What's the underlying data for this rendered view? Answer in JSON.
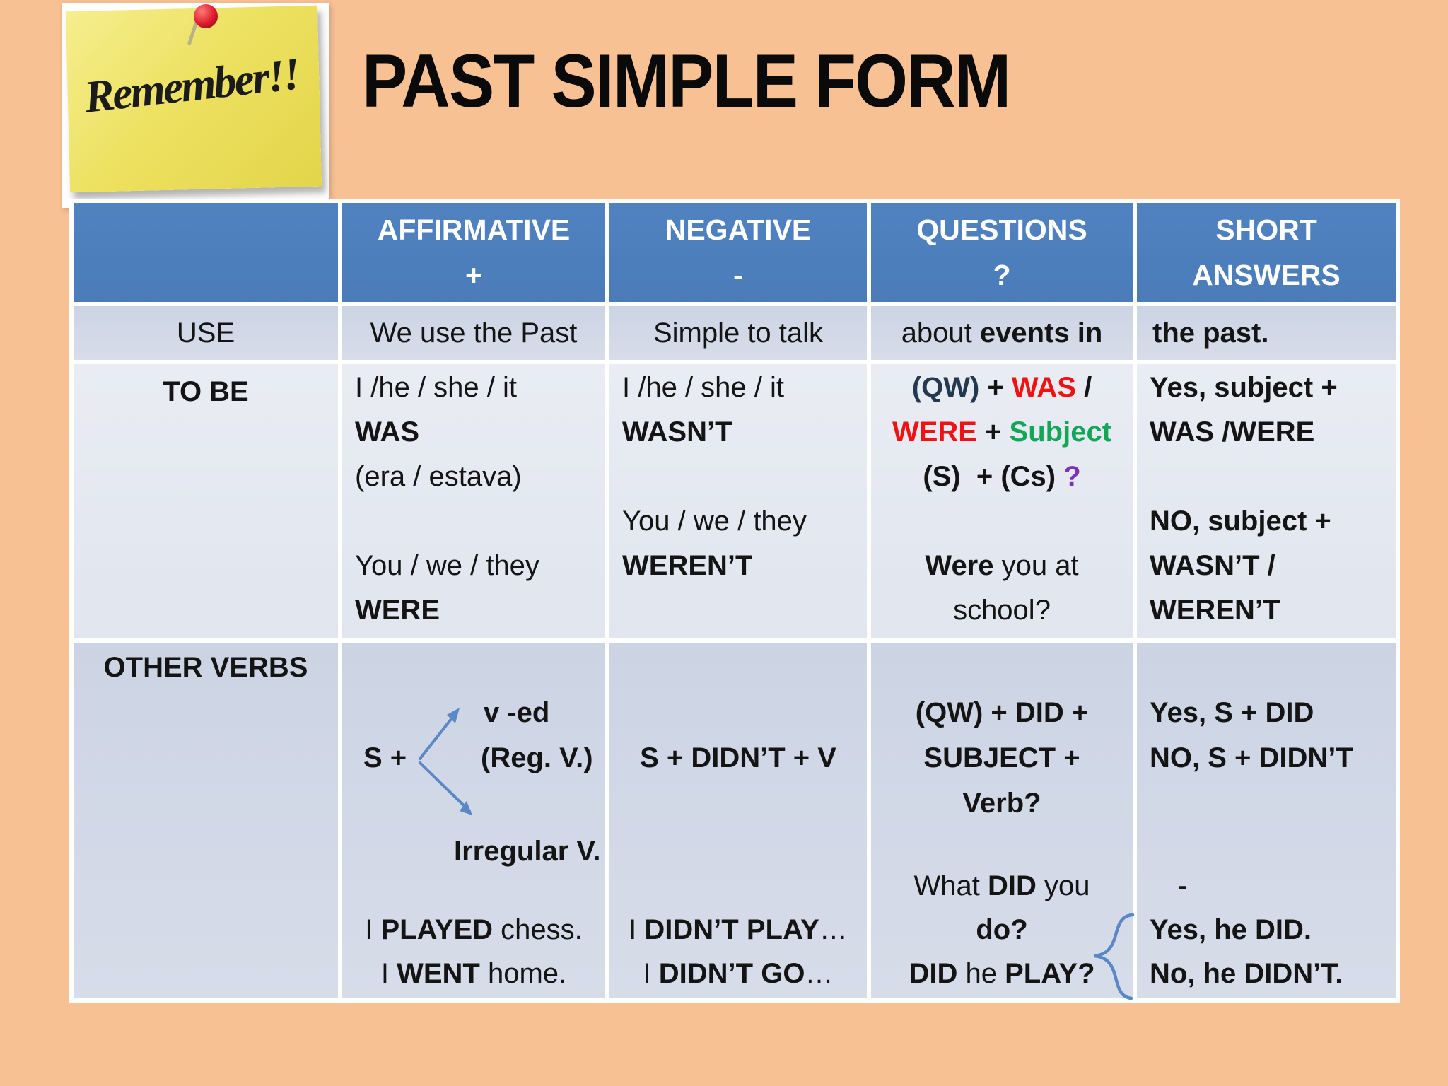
{
  "slide": {
    "title": "PAST SIMPLE FORM",
    "note_text": "Remember!!",
    "colors": {
      "background_peach": "#f8c194",
      "header_blue": "#4f81bd",
      "band_dark": "#ccd4e4",
      "band_light": "#e9ecf3",
      "accent_red": "#ee1212",
      "accent_green": "#12a656",
      "accent_navy": "#233950",
      "accent_purple": "#7a35b2",
      "arrow_blue": "#5b87c5",
      "note_yellow": "#ece05e",
      "pin_red": "#dc1a2c"
    }
  },
  "table": {
    "header": {
      "affirmative": "AFFIRMATIVE",
      "affirmative_sign": "+",
      "negative": "NEGATIVE",
      "negative_sign": "-",
      "questions": "QUESTIONS",
      "questions_sign": "?",
      "short_line1": "SHORT",
      "short_line2": "ANSWERS"
    },
    "use_row": {
      "label": "USE",
      "part1": "We use the Past",
      "part2": "Simple to talk",
      "part3a": "about ",
      "part3b": "events in",
      "part4": "the past."
    },
    "tobe": {
      "label": "TO BE",
      "aff": {
        "l1": "I /he / she / it",
        "l2": "WAS",
        "l3": "(era / estava)",
        "l4": "You / we / they",
        "l5": "WERE"
      },
      "neg": {
        "l1": "I /he / she / it",
        "l2": "WASN’T",
        "l3": "You / we / they",
        "l4": "WEREN’T"
      },
      "q": {
        "qw": "(QW)",
        "plus1": " + ",
        "was": "WAS",
        "slash1": " /",
        "were": "WERE",
        "plus2": " + ",
        "subject": "Subject",
        "l3a": "(S)  + (Cs) ",
        "l3b": "?",
        "ex1a": "Were",
        "ex1b": " you at",
        "ex2": "school?"
      },
      "sa": {
        "l1": "Yes, subject +",
        "l2": "WAS /WERE",
        "l3": "NO, subject +",
        "l4": "WASN’T /",
        "l5": "WEREN’T"
      }
    },
    "other": {
      "label": "OTHER VERBS",
      "aff": {
        "s_plus": "S +",
        "ved": "v -ed",
        "reg": "(Reg. V.)",
        "irregular": "Irregular V.",
        "ex1a": "I ",
        "ex1b": "PLAYED",
        "ex1c": " chess.",
        "ex2a": "I ",
        "ex2b": "WENT",
        "ex2c": " home."
      },
      "neg": {
        "formula": "S + DIDN’T + V",
        "ex1a": "I ",
        "ex1b": "DIDN’T PLAY",
        "ex1c": "…",
        "ex2a": "I ",
        "ex2b": "DIDN’T GO",
        "ex2c": "…"
      },
      "q": {
        "l1": "(QW) + DID +",
        "l2": "SUBJECT +",
        "l3": "Verb?",
        "ex1a": "What ",
        "ex1b": "DID",
        "ex1c": " you",
        "ex2": "do?",
        "ex3a": "DID",
        "ex3b": " he ",
        "ex3c": "PLAY?"
      },
      "sa": {
        "l1": "Yes, S + DID",
        "l2": "NO, S + DIDN’T",
        "dash": "-",
        "ex1": "Yes, he DID.",
        "ex2": "No, he DIDN’T."
      }
    }
  }
}
